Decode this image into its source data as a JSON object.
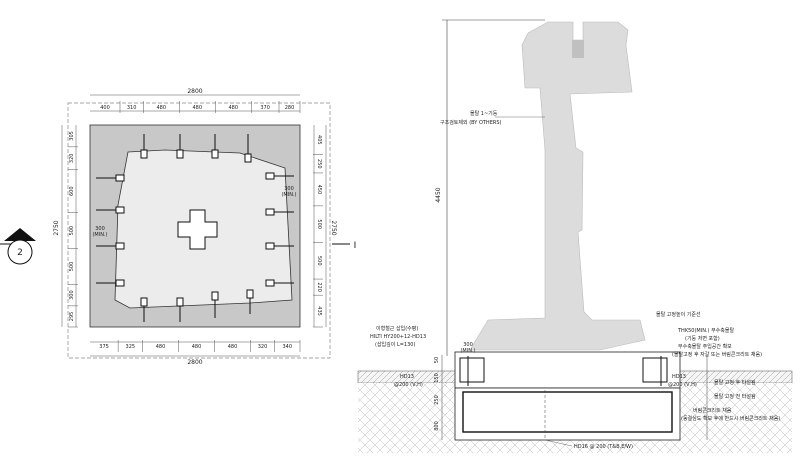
{
  "plan": {
    "overall_width_label": "2800",
    "overall_height_label": "2750",
    "top_dims": [
      "400",
      "310",
      "480",
      "480",
      "480",
      "370",
      "280"
    ],
    "bottom_dims": [
      "375",
      "325",
      "480",
      "480",
      "480",
      "320",
      "340"
    ],
    "left_dims": [
      "305",
      "320",
      "600",
      "500",
      "500",
      "300",
      "295"
    ],
    "right_dims": [
      "405",
      "250",
      "450",
      "500",
      "500",
      "220",
      "435"
    ],
    "min_label_right": "300\n(MIN.)",
    "min_label_left": "300\n(MIN.)",
    "section_marker_number": "2",
    "section_marker_letter": "I"
  },
  "section": {
    "height_label": "4450",
    "label_column": "몰탈 1~기둥",
    "label_column_by_others": "구조검토제외 (BY OTHERS)",
    "label_base_level": "몰탈 고정높이 기준선",
    "label_anchor_left_1": "이형철근 삽입(수평)",
    "label_anchor_left_2": "HILTI HY200+12-HD13",
    "label_anchor_left_3": "(삽입깊이 L=130)",
    "label_thk": "THK50(MIN.) 무수축몰탈",
    "label_thk_sub": "(기둥 저면 포함)",
    "label_grout_1": "무수축몰탈 주입공간 확보",
    "label_grout_2": "(몰탈고정 후 자갈 또는 버림콘크리트 채움)",
    "label_300min": "300\n(MIN.)",
    "label_hd13_left": "HD13",
    "label_hd13_left_sub": "@200 (V,H)",
    "label_hd13_right": "HD13",
    "label_hd13_right_sub": "@200 (V,H)",
    "label_after_fix": "몰탈 고정 후 타설됨",
    "label_before_fix": "몰탈 고정 전 타설됨",
    "label_lean_1": "버림콘크리트 채움",
    "label_lean_2": "(동결심도 확보 후에 반드시 버림콘크리트 채움)",
    "label_bottom_rebar": "HD16 @ 200 (T&B,E/W)",
    "label_dim_50": "50",
    "label_dim_150": "150",
    "label_dim_250": "250",
    "label_dim_800": "800"
  }
}
